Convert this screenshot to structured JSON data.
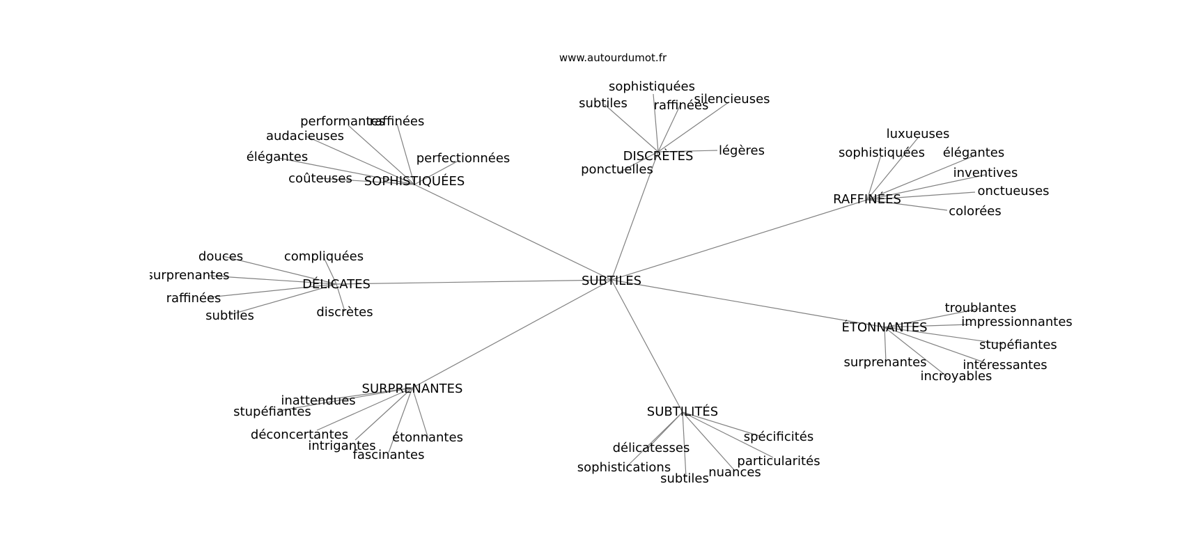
{
  "source": "www.autourdumot.fr",
  "center": {
    "word": "SUBTILES"
  },
  "clusters": [
    {
      "hub": "SOPHISTIQUÉES",
      "leaves": [
        "performantes",
        "raffinées",
        "audacieuses",
        "élégantes",
        "coûteuses",
        "perfectionnées"
      ]
    },
    {
      "hub": "DISCRÈTES",
      "leaves": [
        "sophistiquées",
        "subtiles",
        "raffinées",
        "silencieuses",
        "légères",
        "ponctuelles"
      ]
    },
    {
      "hub": "RAFFINÉES",
      "leaves": [
        "luxueuses",
        "sophistiquées",
        "élégantes",
        "inventives",
        "onctueuses",
        "colorées"
      ]
    },
    {
      "hub": "DÉLICATES",
      "leaves": [
        "douces",
        "compliquées",
        "surprenantes",
        "raffinées",
        "subtiles",
        "discrètes"
      ]
    },
    {
      "hub": "ÉTONNANTES",
      "leaves": [
        "troublantes",
        "impressionnantes",
        "stupéfiantes",
        "surprenantes",
        "intéressantes",
        "incroyables"
      ]
    },
    {
      "hub": "SURPRENANTES",
      "leaves": [
        "inattendues",
        "stupéfiantes",
        "déconcertantes",
        "intrigantes",
        "fascinantes",
        "étonnantes"
      ]
    },
    {
      "hub": "SUBTILITÉS",
      "leaves": [
        "délicatesses",
        "sophistications",
        "subtiles",
        "nuances",
        "spécificités",
        "particularités"
      ]
    }
  ]
}
